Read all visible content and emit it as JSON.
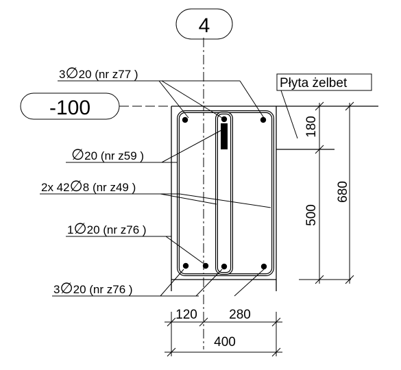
{
  "axis": {
    "label": "4"
  },
  "level": {
    "label": "-100"
  },
  "slab": {
    "label": "Płyta żelbet"
  },
  "rebar_labels": {
    "top_bars": {
      "count": "3",
      "symbol": "∅",
      "text": "20 (nr z77 )"
    },
    "side_bar": {
      "count": "",
      "symbol": "∅",
      "text": "20 (nr z59 )"
    },
    "stirrups": {
      "count": "2x 42",
      "symbol": "∅",
      "text": "8 (nr z49 )"
    },
    "mid_bar": {
      "count": "1",
      "symbol": "∅",
      "text": "20 (nr z76 )"
    },
    "bottom_bars": {
      "count": "3",
      "symbol": "∅",
      "text": "20 (nr z76 )"
    }
  },
  "dimensions": {
    "slab_thickness": "180",
    "below_slab": "500",
    "total_height": "680",
    "left_offset": "120",
    "right_offset": "280",
    "total_width": "400"
  }
}
